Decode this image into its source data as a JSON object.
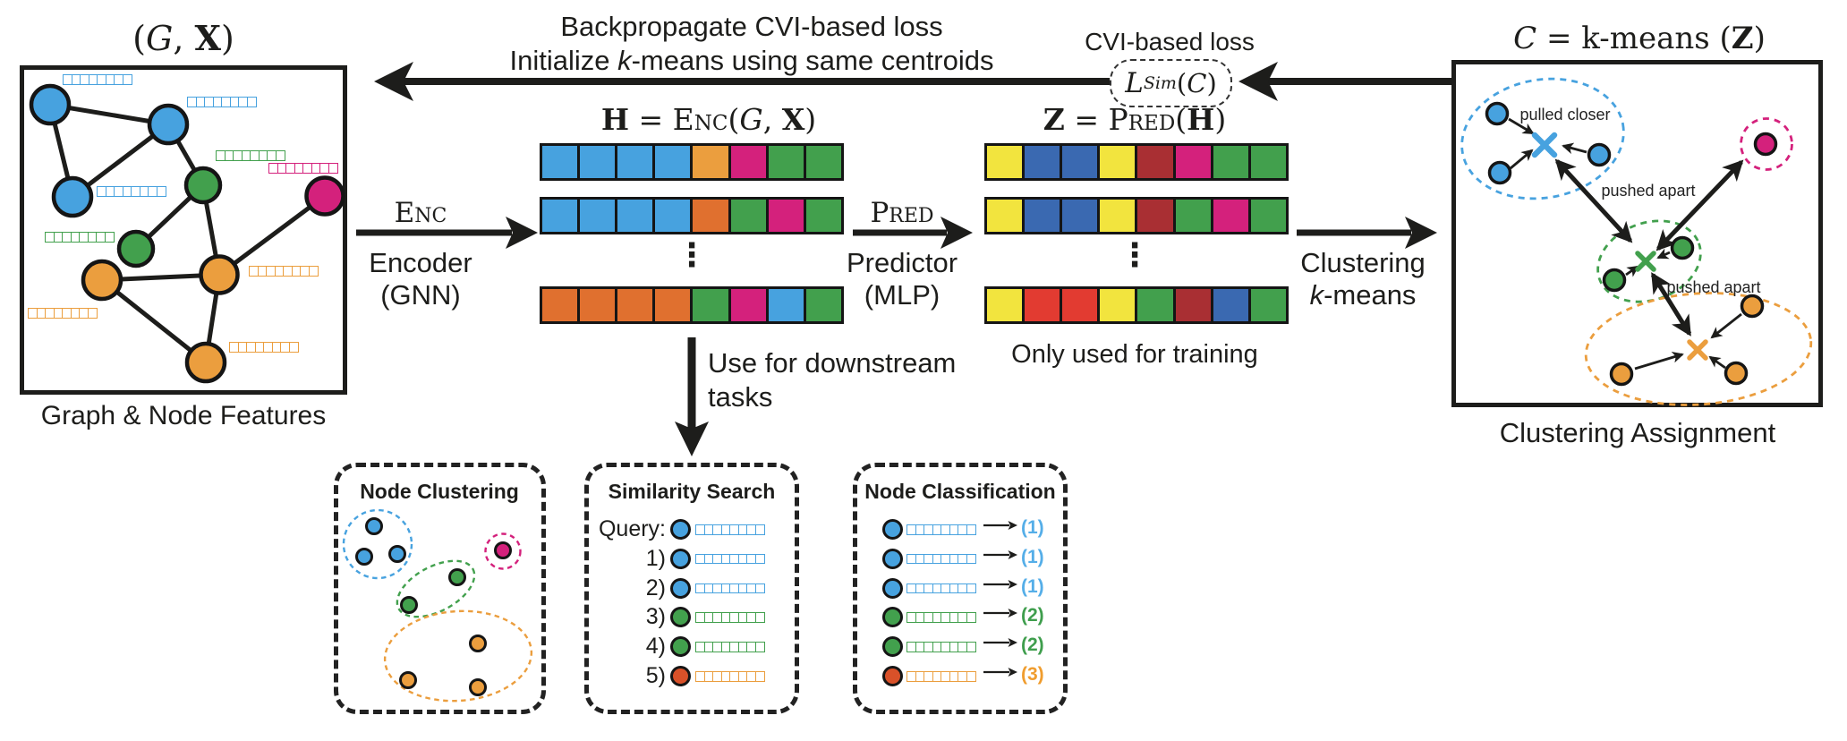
{
  "colors": {
    "sky_blue": "#47a2df",
    "green": "#42a04d",
    "orange": "#eb9e3e",
    "dark_orange": "#e0702f",
    "magenta": "#d4217c",
    "yellow": "#f2e43e",
    "royal_blue": "#3a69b1",
    "dark_red": "#a92f33",
    "red": "#e23b31",
    "red_orange": "#d95129",
    "ink": "#1d1d1b",
    "label_blue": "#55aee8",
    "label_green": "#3f9e4d",
    "label_orange": "#f09d2f"
  },
  "vector_cells": 8,
  "top_flow": {
    "line1": "Backpropagate CVI-based loss",
    "line2": {
      "pre": "Initialize ",
      "k": "k",
      "post": "-means using same centroids"
    },
    "cvi_label": "CVI-based loss",
    "loss": {
      "l": "L",
      "sub": "Sim",
      "open": "(",
      "c": "C",
      "close": ")"
    }
  },
  "graph_panel": {
    "title": {
      "open": "(",
      "g": "G",
      "sep": ", ",
      "x": "X",
      "close": ")"
    },
    "caption": "Graph & Node Features",
    "node_colors": [
      "sky_blue",
      "sky_blue",
      "sky_blue",
      "green",
      "green",
      "magenta",
      "orange",
      "orange",
      "orange"
    ],
    "vector_colors": [
      "sky_blue",
      "sky_blue",
      "green",
      "magenta",
      "sky_blue",
      "green",
      "orange",
      "orange",
      "orange"
    ]
  },
  "encoder_arrow": {
    "abbr": "Enc",
    "name": "Encoder",
    "type": "(GNN)"
  },
  "h_matrix": {
    "title": {
      "lhs": "H",
      "eq": " = ",
      "fn": "Enc",
      "open": "(",
      "g": "G",
      "sep": ", ",
      "x": "X",
      "close": ")"
    },
    "rows": [
      [
        "sky_blue",
        "sky_blue",
        "sky_blue",
        "sky_blue",
        "orange",
        "magenta",
        "green",
        "green"
      ],
      [
        "sky_blue",
        "sky_blue",
        "sky_blue",
        "sky_blue",
        "dark_orange",
        "green",
        "magenta",
        "green"
      ],
      [
        "dark_orange",
        "dark_orange",
        "dark_orange",
        "dark_orange",
        "green",
        "magenta",
        "sky_blue",
        "green"
      ]
    ],
    "dots": "⋮"
  },
  "predictor_arrow": {
    "abbr": "Pred",
    "name": "Predictor",
    "type": "(MLP)"
  },
  "z_matrix": {
    "title": {
      "lhs": "Z",
      "eq": " = ",
      "fn": "Pred",
      "open": "(",
      "h": "H",
      "close": ")"
    },
    "rows": [
      [
        "yellow",
        "royal_blue",
        "royal_blue",
        "yellow",
        "dark_red",
        "magenta",
        "green",
        "green"
      ],
      [
        "yellow",
        "royal_blue",
        "royal_blue",
        "yellow",
        "dark_red",
        "green",
        "magenta",
        "green"
      ],
      [
        "yellow",
        "red",
        "red",
        "yellow",
        "green",
        "dark_red",
        "royal_blue",
        "green"
      ]
    ],
    "dots": "⋮",
    "caption": "Only used for training"
  },
  "clustering_arrow": {
    "line1": "Clustering",
    "k": "k",
    "rest": "-means"
  },
  "cluster_panel": {
    "title": {
      "c": "C",
      "mid": " = k-means (",
      "z": "Z",
      "close": ")"
    },
    "caption": "Clustering Assignment",
    "pulled_closer": "pulled closer",
    "pushed_apart_top": "pushed apart",
    "pushed_apart_bottom": "pushed apart"
  },
  "downstream": {
    "arrow_line1": "Use for downstream",
    "arrow_line2": "tasks",
    "node_clustering": {
      "title": "Node Clustering"
    },
    "similarity_search": {
      "title": "Similarity Search",
      "rows": [
        {
          "label": "Query:",
          "circle": "sky_blue",
          "vector": "sky_blue"
        },
        {
          "label": "1)",
          "circle": "sky_blue",
          "vector": "sky_blue"
        },
        {
          "label": "2)",
          "circle": "sky_blue",
          "vector": "sky_blue"
        },
        {
          "label": "3)",
          "circle": "green",
          "vector": "green"
        },
        {
          "label": "4)",
          "circle": "green",
          "vector": "green"
        },
        {
          "label": "5)",
          "circle": "red_orange",
          "vector": "orange"
        }
      ]
    },
    "node_classification": {
      "title": "Node Classification",
      "rows": [
        {
          "circle": "sky_blue",
          "vector": "sky_blue",
          "output": "(1)",
          "output_color": "label_blue"
        },
        {
          "circle": "sky_blue",
          "vector": "sky_blue",
          "output": "(1)",
          "output_color": "label_blue"
        },
        {
          "circle": "sky_blue",
          "vector": "sky_blue",
          "output": "(1)",
          "output_color": "label_blue"
        },
        {
          "circle": "green",
          "vector": "green",
          "output": "(2)",
          "output_color": "label_green"
        },
        {
          "circle": "green",
          "vector": "green",
          "output": "(2)",
          "output_color": "label_green"
        },
        {
          "circle": "red_orange",
          "vector": "orange",
          "output": "(3)",
          "output_color": "label_orange"
        }
      ]
    }
  }
}
